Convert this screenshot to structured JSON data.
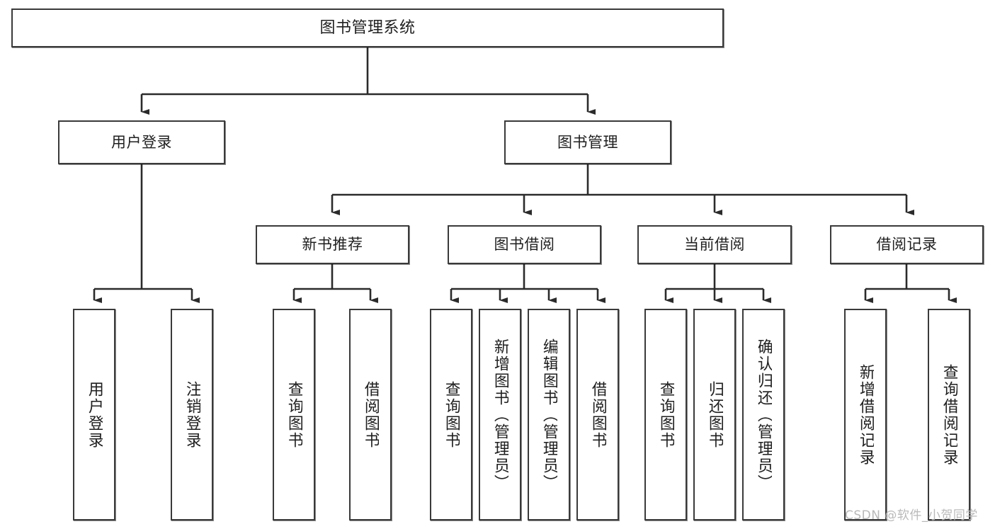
{
  "diagram": {
    "title": "图书管理系统",
    "type": "tree-hierarchy-chart",
    "watermark": "CSDN @软件_小贺同学",
    "colors": {
      "box_border": "#3a3a3a",
      "box_fill": "#ffffff",
      "text": "#1f1f1f",
      "connector": "#2b2b2b",
      "watermark": "#b9b9b9",
      "background": "#ffffff"
    },
    "level1": {
      "root": {
        "label": "图书管理系统"
      }
    },
    "level2": [
      {
        "label": "用户登录"
      },
      {
        "label": "图书管理"
      }
    ],
    "level3": [
      {
        "label": "新书推荐"
      },
      {
        "label": "图书借阅"
      },
      {
        "label": "当前借阅"
      },
      {
        "label": "借阅记录"
      }
    ],
    "leaves": {
      "user_login": [
        {
          "label": "用户登录"
        },
        {
          "label": "注销登录"
        }
      ],
      "new_book_recommend": [
        {
          "label": "查询图书"
        },
        {
          "label": "借阅图书"
        }
      ],
      "book_borrow": [
        {
          "label": "查询图书"
        },
        {
          "label": "新增图书（管理员）"
        },
        {
          "label": "编辑图书（管理员）"
        },
        {
          "label": "借阅图书"
        }
      ],
      "current_borrow": [
        {
          "label": "查询图书"
        },
        {
          "label": "归还图书"
        },
        {
          "label": "确认归还（管理员）"
        }
      ],
      "borrow_record": [
        {
          "label": "新增借阅记录"
        },
        {
          "label": "查询借阅记录"
        }
      ]
    }
  }
}
